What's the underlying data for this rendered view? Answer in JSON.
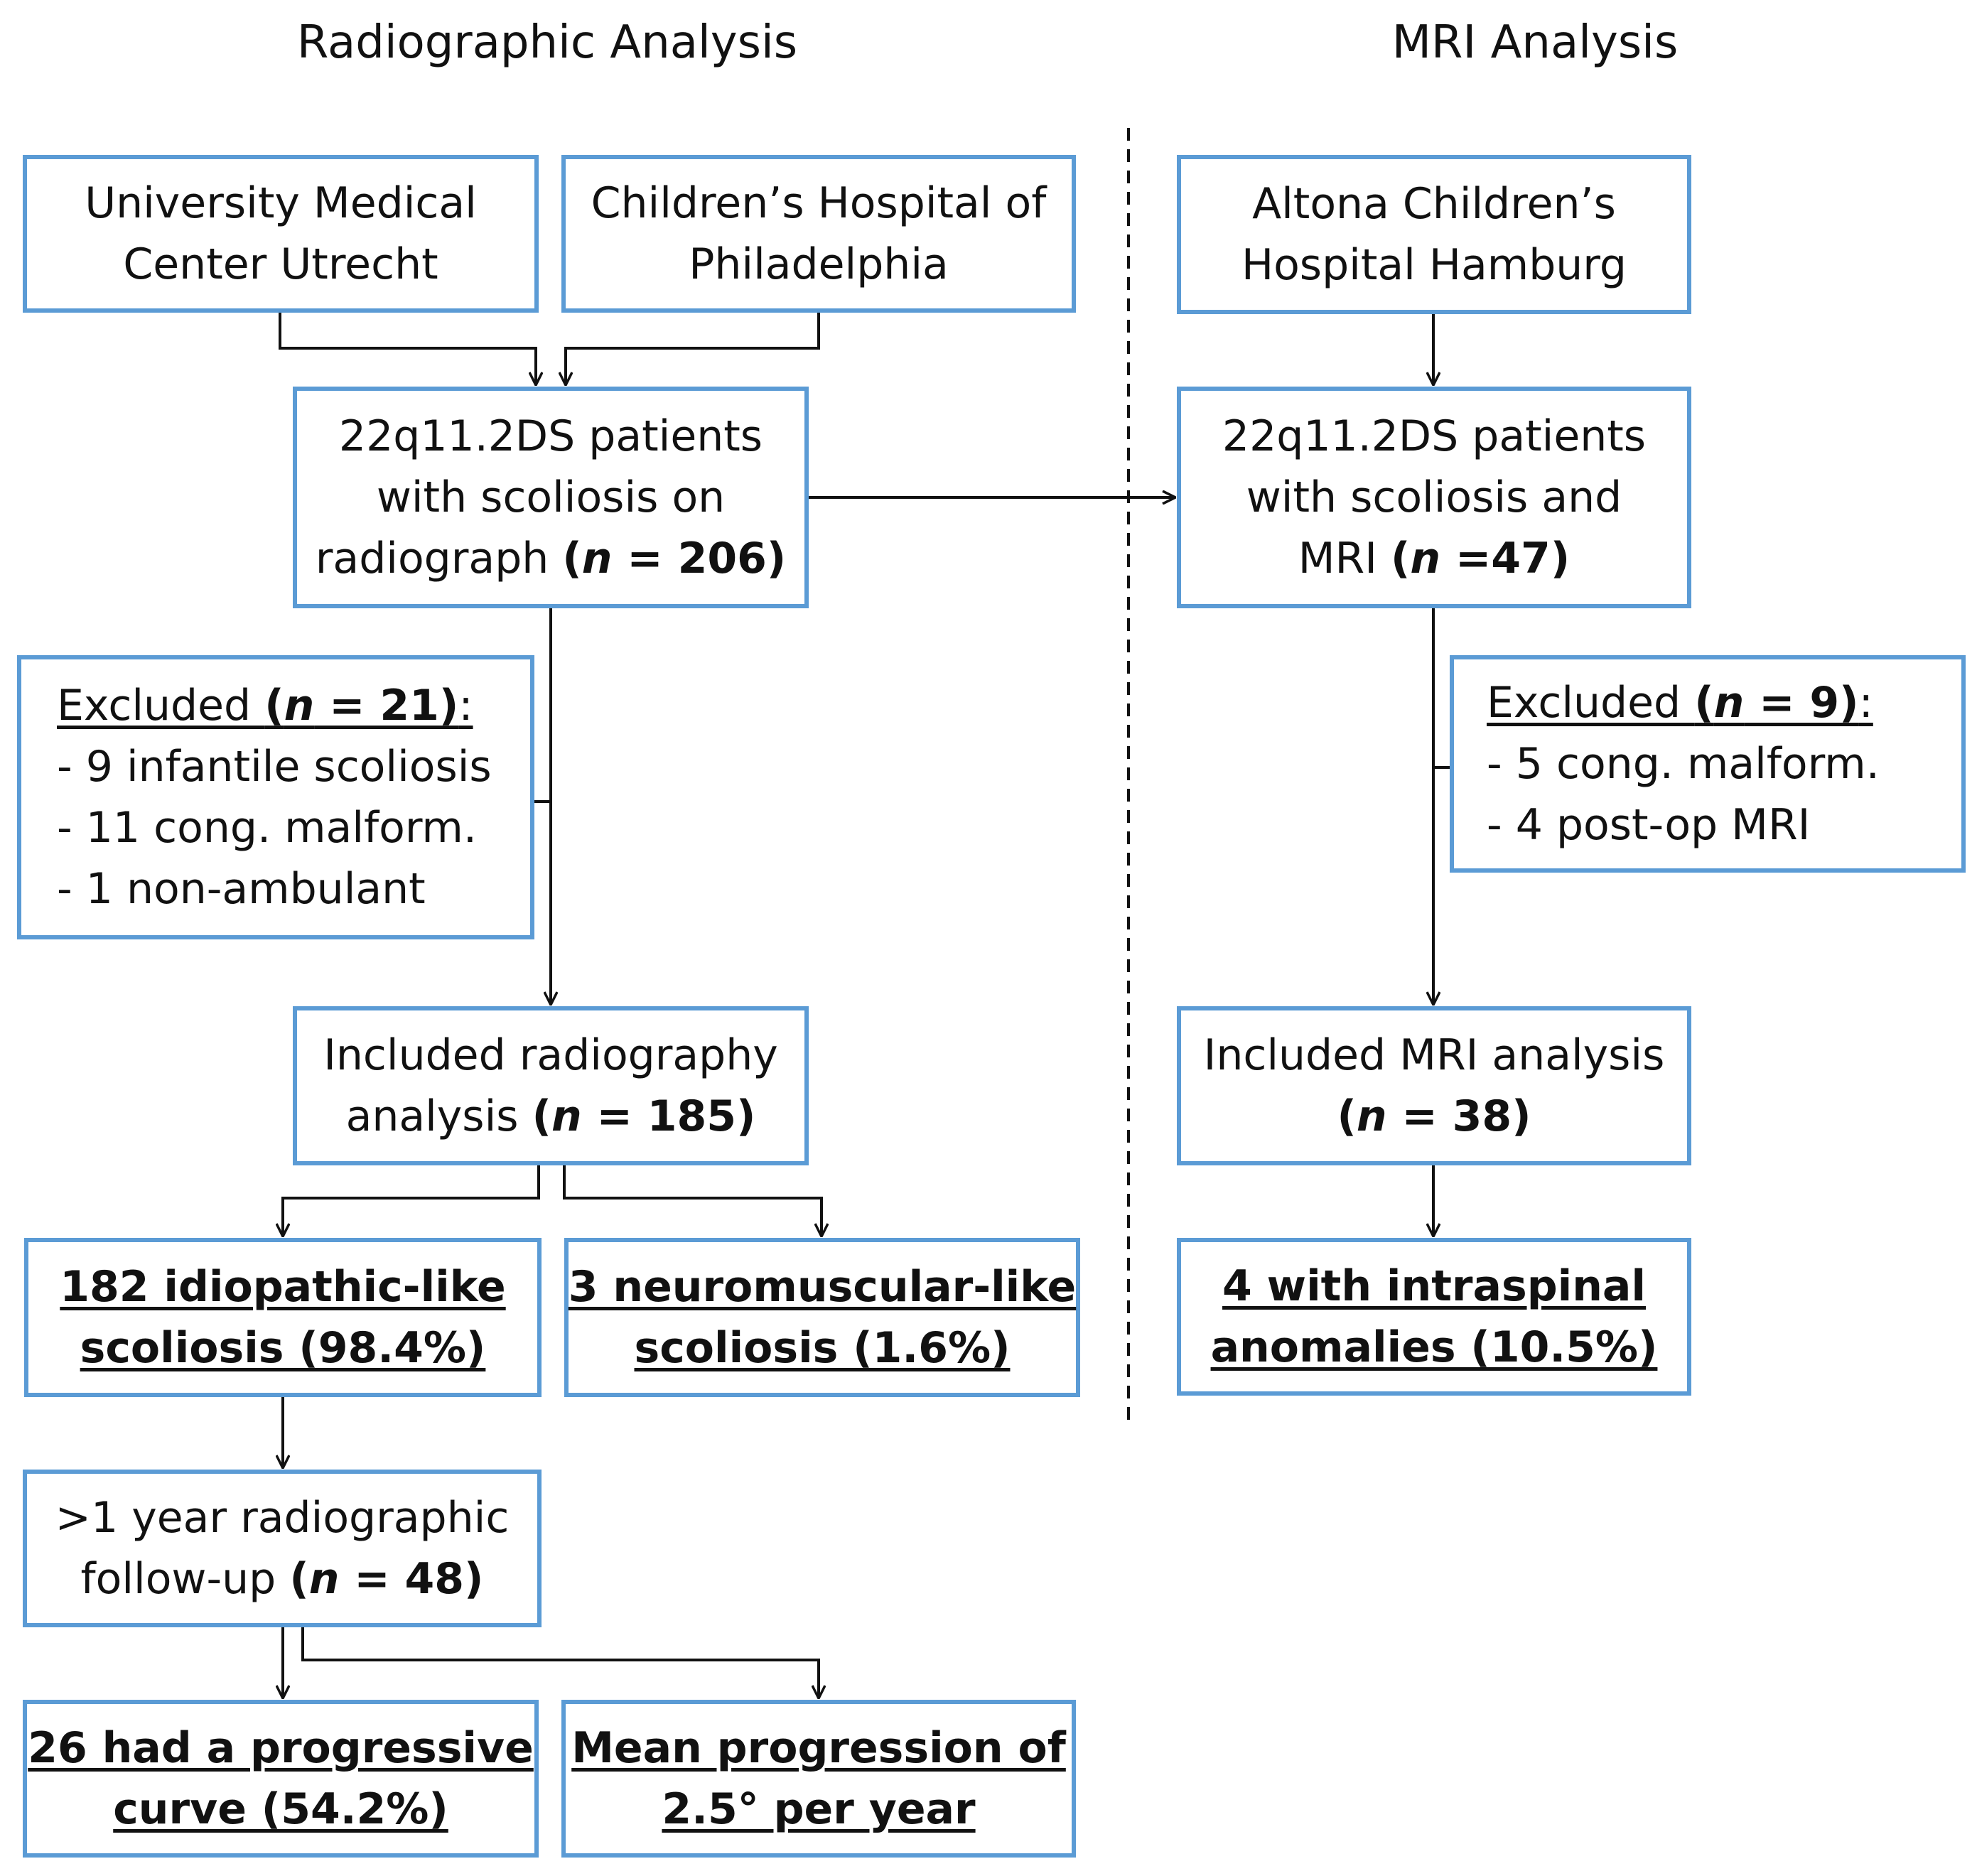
{
  "headings": {
    "left": "Radiographic Analysis",
    "right": "MRI Analysis"
  },
  "boxes": {
    "utrecht": {
      "lines": [
        "University Medical",
        "Center Utrecht"
      ]
    },
    "philadelphia": {
      "lines": [
        "Children’s Hospital of",
        "Philadelphia"
      ]
    },
    "hamburg": {
      "lines": [
        "Altona Children’s",
        "Hospital Hamburg"
      ]
    },
    "radiograph_patients": {
      "line1": "22q11.2DS patients",
      "line2": "with scoliosis on",
      "line3_text": "radiograph ",
      "open": "(",
      "n": "n",
      "value": " = 206)"
    },
    "mri_patients": {
      "line1": "22q11.2DS patients",
      "line2": "with scoliosis and",
      "line3_text": "MRI ",
      "open": "(",
      "n": "n",
      "value": " =47)"
    },
    "excluded_left": {
      "title": "Excluded ",
      "open": "(",
      "n": "n",
      "value": " = 21)",
      "colon": ":",
      "items": [
        "- 9 infantile scoliosis",
        "- 11 cong. malform.",
        "- 1 non-ambulant"
      ]
    },
    "excluded_right": {
      "title": "Excluded ",
      "open": "(",
      "n": "n",
      "value": " = 9)",
      "colon": ":",
      "items": [
        "- 5 cong. malform.",
        "- 4 post-op MRI"
      ]
    },
    "included_radiography": {
      "line1": "Included radiography",
      "line2_text": "analysis ",
      "open": "(",
      "n": "n",
      "value": " = 185)"
    },
    "included_mri": {
      "line1": "Included MRI analysis",
      "open": "(",
      "n": "n",
      "value": " = 38)"
    },
    "idiopathic": {
      "lines": [
        "182 idiopathic-like",
        "scoliosis (98.4%)"
      ]
    },
    "neuromuscular": {
      "lines": [
        "3 neuromuscular-like",
        "scoliosis (1.6%)"
      ]
    },
    "intraspinal": {
      "lines": [
        "4 with intraspinal",
        "anomalies (10.5%)"
      ]
    },
    "followup": {
      "line1": ">1 year radiographic",
      "line2_text": "follow-up ",
      "open": "(",
      "n": "n",
      "value": " = 48)"
    },
    "progressive": {
      "lines": [
        "26 had a progressive",
        "curve (54.2%)"
      ]
    },
    "mean_progression": {
      "lines": [
        "Mean progression of",
        "2.5° per year"
      ]
    }
  },
  "colors": {
    "box_border": "#5b9bd5",
    "arrow": "#111111",
    "divider": "#111111"
  }
}
